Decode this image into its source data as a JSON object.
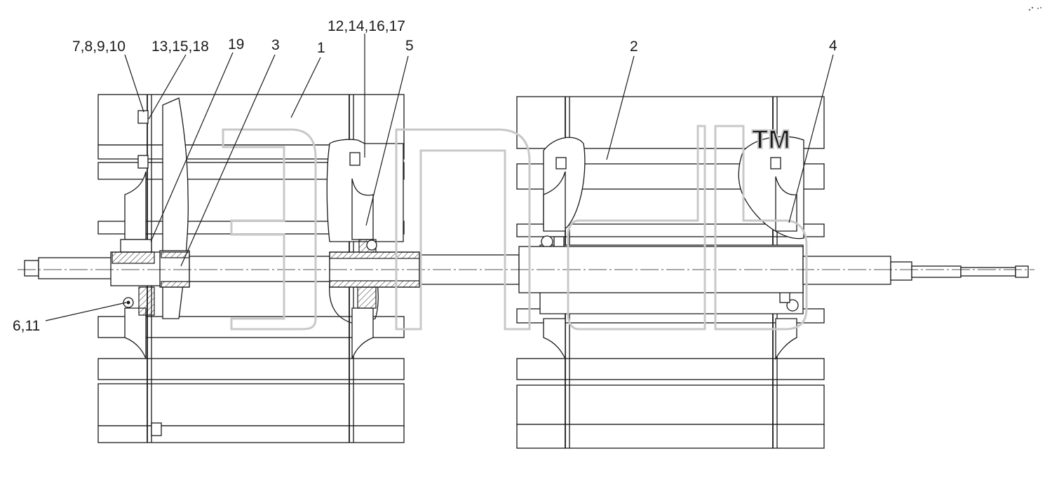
{
  "callouts": [
    {
      "text": "7,8,9,10"
    },
    {
      "text": "13,15,18"
    },
    {
      "text": "19"
    },
    {
      "text": "3"
    },
    {
      "text": "1"
    },
    {
      "text": "12,14,16,17"
    },
    {
      "text": "5"
    },
    {
      "text": "2"
    },
    {
      "text": "4"
    },
    {
      "text": "6,11"
    }
  ],
  "watermark": {
    "trademark": "TM"
  }
}
